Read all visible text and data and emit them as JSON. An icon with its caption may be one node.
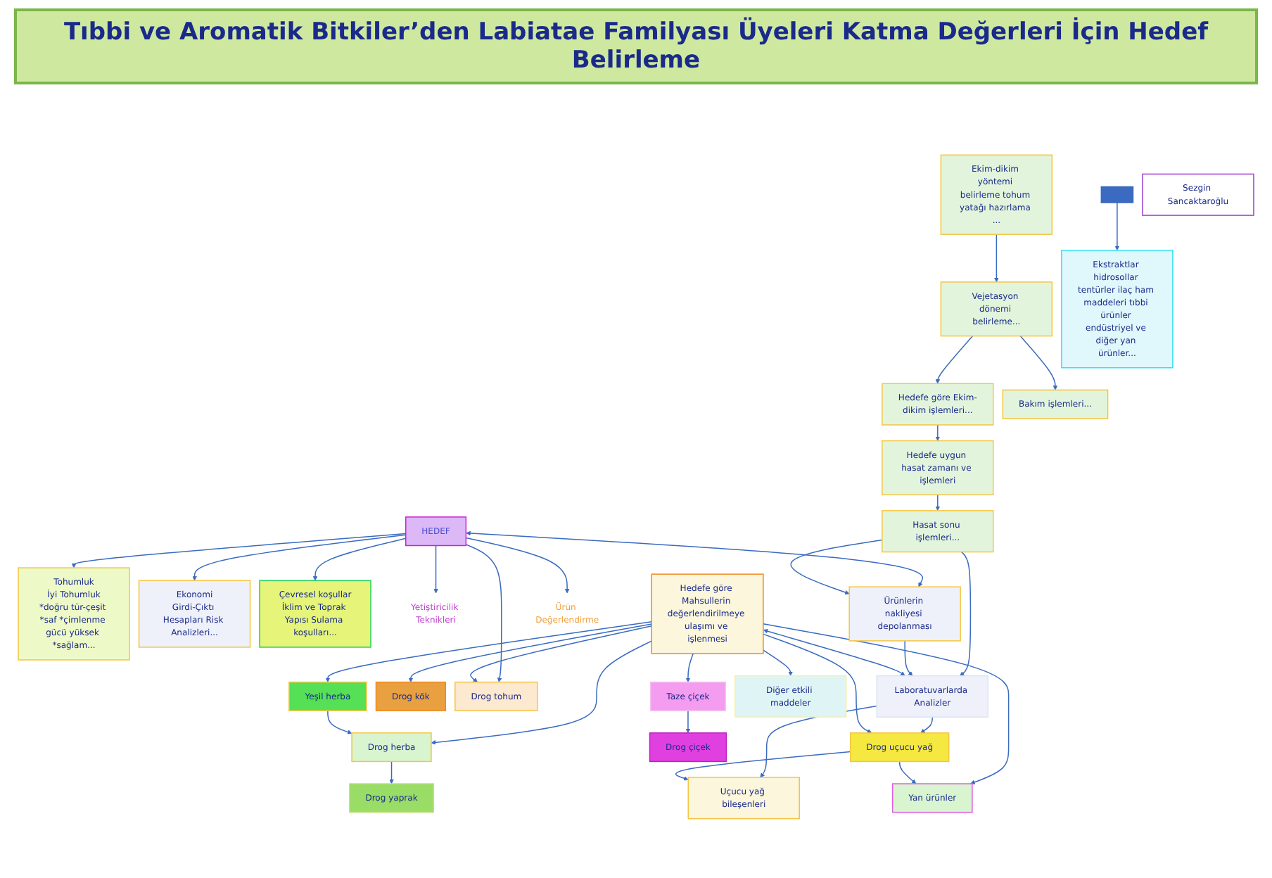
{
  "diagram": {
    "title": "Tıbbi ve Aromatik Bitkiler’den Labiatae Familyası Üyeleri Katma Değerleri İçin Hedef Belirleme",
    "nodes": [
      {
        "text": [
          "HEDEF"
        ]
      },
      {
        "text": [
          "Tohumluk",
          "İyi Tohumluk",
          "*doğru tür-çeşit *saf *çimlenme gücü yüksek *sağlam..."
        ]
      },
      {
        "text": [
          "Ekonomi",
          "Girdi-Çıktı Hesapları Risk Analizleri..."
        ]
      },
      {
        "text": [
          "Çevresel koşullar",
          "İklim ve Toprak Yapısı Sulama koşulları..."
        ]
      },
      {
        "text": [
          "Yetiştiricilik Teknikleri"
        ]
      },
      {
        "text": [
          "Ekim-dikim yöntemi belirleme tohum yatağı hazırlama ..."
        ]
      },
      {
        "text": [
          "Vejetasyon dönemi belirleme..."
        ]
      },
      {
        "text": [
          "Hedefe göre Ekim-dikim işlemleri..."
        ]
      },
      {
        "text": [
          "Bakım işlemleri..."
        ]
      },
      {
        "text": [
          "Hedefe uygun hasat zamanı ve işlemleri"
        ]
      },
      {
        "text": [
          "Hasat sonu işlemleri..."
        ]
      },
      {
        "text": [
          "Ürünlerin nakliyesi depolanması"
        ]
      },
      {
        "text": [
          "Laboratuvarlarda Analizler"
        ]
      },
      {
        "text": [
          "Ürün Değerlendirme"
        ]
      },
      {
        "text": [
          "Hedefe göre Mahsullerin değerlendirilmeye ulaşımı ve işlenmesi"
        ]
      },
      {
        "text": [
          "Drog kök"
        ]
      },
      {
        "text": [
          "Drog tohum"
        ]
      },
      {
        "text": [
          "Yeşil herba"
        ]
      },
      {
        "text": [
          "Drog herba"
        ]
      },
      {
        "text": [
          "Drog yaprak"
        ]
      },
      {
        "text": [
          "Taze çiçek"
        ]
      },
      {
        "text": [
          "Drog çiçek"
        ]
      },
      {
        "text": [
          "Diğer etkili maddeler"
        ]
      },
      {
        "text": [
          "Yan ürünler"
        ]
      },
      {
        "text": [
          "Drog uçucu yağ"
        ]
      },
      {
        "text": [
          "Uçucu yağ bileşenleri"
        ]
      },
      {
        "text": [],
        "shape": "bar"
      },
      {
        "text": [
          "Ekstraktlar hidrosollar tentürler ilaç ham maddeleri tıbbi ürünler endüstriyel ve diğer yan ürünler..."
        ]
      },
      {
        "text": [
          "Sezgin Sancaktaroğlu"
        ]
      }
    ],
    "edges": [
      {
        "from": 0,
        "to": 1,
        "arrow": "to"
      },
      {
        "from": 0,
        "to": 2,
        "arrow": "to"
      },
      {
        "from": 0,
        "to": 3,
        "arrow": "to"
      },
      {
        "from": 0,
        "to": 4,
        "arrow": "to"
      },
      {
        "from": 0,
        "to": 13,
        "arrow": "to"
      },
      {
        "from": 0,
        "to": 16,
        "arrow": "to"
      },
      {
        "from": 0,
        "to": 11,
        "arrow": "both"
      },
      {
        "from": 5,
        "to": 6,
        "arrow": "to"
      },
      {
        "from": 6,
        "to": 7,
        "arrow": "to"
      },
      {
        "from": 6,
        "to": 8,
        "arrow": "to"
      },
      {
        "from": 7,
        "to": 9,
        "arrow": "to"
      },
      {
        "from": 9,
        "to": 10,
        "arrow": "to"
      },
      {
        "from": 10,
        "to": 11,
        "arrow": "to"
      },
      {
        "from": 10,
        "to": 12,
        "arrow": "to"
      },
      {
        "from": 11,
        "to": 12,
        "arrow": "to"
      },
      {
        "from": 14,
        "to": 12,
        "arrow": "both"
      },
      {
        "from": 12,
        "to": 24,
        "arrow": "to"
      },
      {
        "from": 12,
        "to": 25,
        "arrow": "to"
      },
      {
        "from": 14,
        "to": 15,
        "arrow": "to"
      },
      {
        "from": 14,
        "to": 16,
        "arrow": "to"
      },
      {
        "from": 14,
        "to": 17,
        "arrow": "to"
      },
      {
        "from": 14,
        "to": 18,
        "arrow": "to"
      },
      {
        "from": 14,
        "to": 20,
        "arrow": "to"
      },
      {
        "from": 14,
        "to": 22,
        "arrow": "to"
      },
      {
        "from": 14,
        "to": 23,
        "arrow": "to"
      },
      {
        "from": 14,
        "to": 24,
        "arrow": "to"
      },
      {
        "from": 17,
        "to": 18,
        "arrow": "to"
      },
      {
        "from": 18,
        "to": 19,
        "arrow": "to"
      },
      {
        "from": 20,
        "to": 21,
        "arrow": "to"
      },
      {
        "from": 24,
        "to": 23,
        "arrow": "to"
      },
      {
        "from": 24,
        "to": 25,
        "arrow": "to"
      },
      {
        "from": 26,
        "to": 27,
        "arrow": "to"
      }
    ]
  }
}
